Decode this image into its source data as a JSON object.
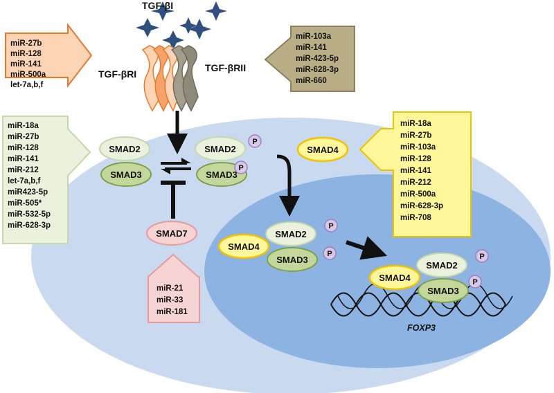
{
  "ligand": {
    "label": "TGF-βI"
  },
  "receptors": {
    "r1_label": "TGF-βRI",
    "r2_label": "TGF-βRII"
  },
  "mirna_groups": {
    "tgfbr1": [
      "miR-27b",
      "miR-128",
      "miR-141",
      "miR-500a",
      "let-7a,b,f"
    ],
    "tgfbr2": [
      "miR-103a",
      "miR-141",
      "miR-423-5p",
      "miR-628-3p",
      "miR-660"
    ],
    "smad2_3": [
      "miR-18a",
      "miR-27b",
      "miR-128",
      "miR-141",
      "miR-212",
      "let-7a,b,f",
      "miR423-5p",
      "miR-505*",
      "miR-532-5p",
      "miR-628-3p"
    ],
    "smad4": [
      "miR-18a",
      "miR-27b",
      "miR-103a",
      "miR-128",
      "miR-141",
      "miR-212",
      "miR-500a",
      "miR-628-3p",
      "miR-708"
    ],
    "smad7": [
      "miR-21",
      "miR-33",
      "miR-181"
    ]
  },
  "proteins": {
    "smad2": "SMAD2",
    "smad3": "SMAD3",
    "smad4": "SMAD4",
    "smad7": "SMAD7",
    "phospho": "P"
  },
  "gene": {
    "label": "FOXP3"
  },
  "colors": {
    "orange_fill": "#fbd4b6",
    "orange_stroke": "#e57a2c",
    "tan_fill": "#b9ad85",
    "tan_stroke": "#8c8060",
    "green_fill": "#eaf1dd",
    "green_stroke": "#c5d8a9",
    "yellow_fill": "#fff79a",
    "yellow_stroke": "#f2c200",
    "pink_fill": "#f6d4d4",
    "pink_stroke": "#e89a9a",
    "cell": "#c9d9f0",
    "nucleus": "#8db3e2",
    "star": "#2f4f7f",
    "phospho_fill": "#d6c8e6",
    "phospho_stroke": "#9b7fc0"
  }
}
